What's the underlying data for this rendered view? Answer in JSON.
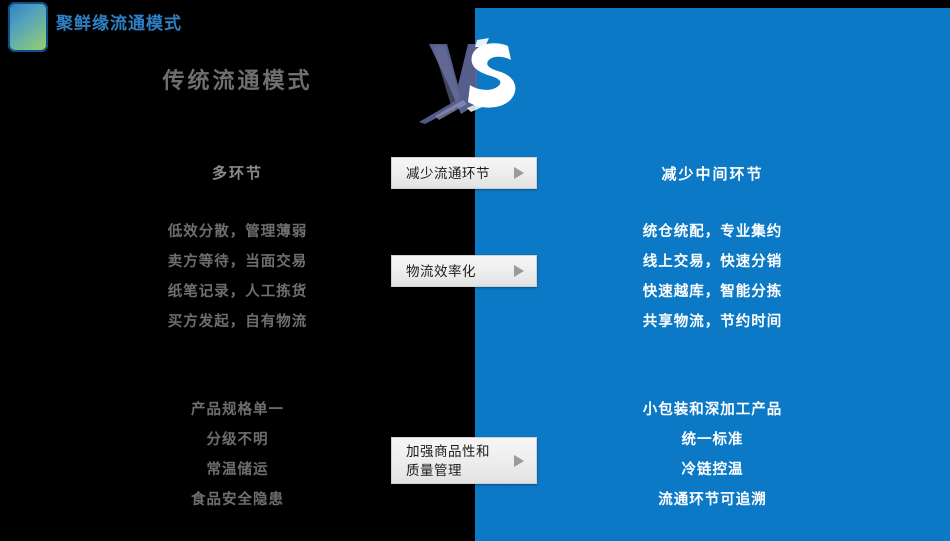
{
  "header": {
    "logo_icon": "app-logo-gradient-square",
    "title": "聚鲜缘流通模式"
  },
  "colors": {
    "background_dark": "#000000",
    "panel_blue": "#0b79c6",
    "header_title": "#2f7fc4",
    "left_text": "#6e6e6e",
    "right_text": "#ffffff",
    "callout_bg": "#ededed",
    "arrow": "#9a9a9a"
  },
  "left_panel": {
    "title": "传统流通模式",
    "section_1_heading": "多环节",
    "section_1_items": [
      "低效分散，管理薄弱",
      "卖方等待，当面交易",
      "纸笔记录，人工拣货",
      "买方发起，自有物流"
    ],
    "section_2_items": [
      "产品规格单一",
      "分级不明",
      "常温储运",
      "食品安全隐患"
    ]
  },
  "center": {
    "vs_label": "VS",
    "callouts": [
      {
        "label": "减少流通环节",
        "arrow_icon": "triangle-right-icon"
      },
      {
        "label": "物流效率化",
        "arrow_icon": "triangle-right-icon"
      },
      {
        "label_line_1": "加强商品性和",
        "label_line_2": "质量管理",
        "arrow_icon": "triangle-right-icon"
      }
    ]
  },
  "right_panel": {
    "section_1_heading": "减少中间环节",
    "section_1_items": [
      "统仓统配，专业集约",
      "线上交易，快速分销",
      "快速越库，智能分拣",
      "共享物流，节约时间"
    ],
    "section_2_items": [
      "小包装和深加工产品",
      "统一标准",
      "冷链控温",
      "流通环节可追溯"
    ]
  }
}
